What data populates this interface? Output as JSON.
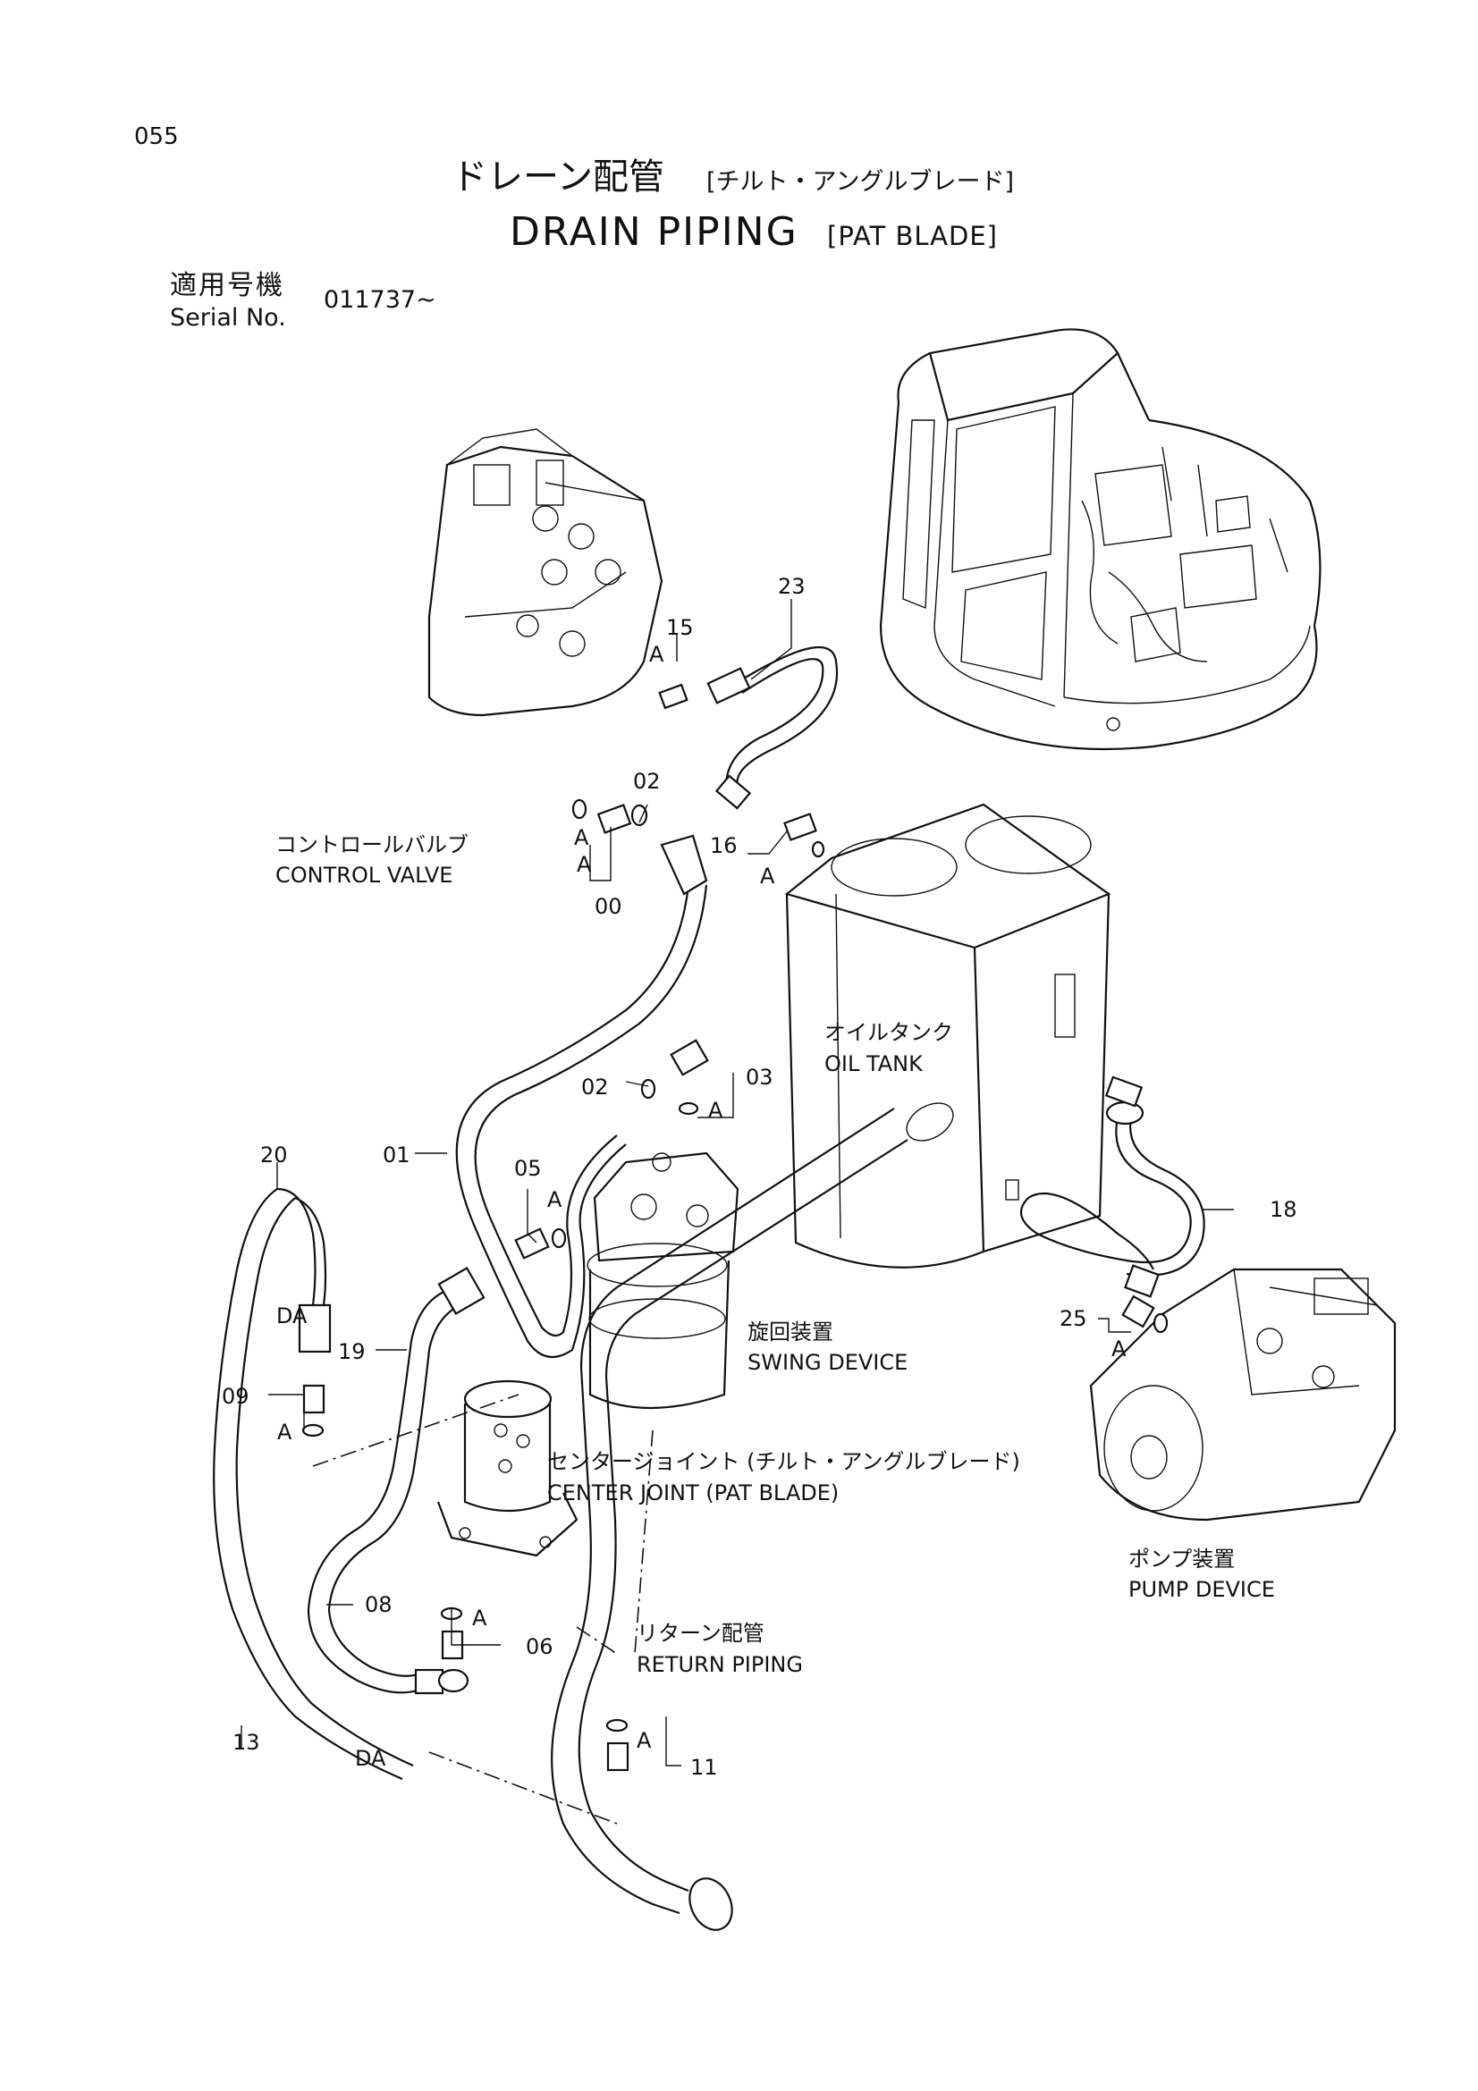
{
  "page_number": "055",
  "title": {
    "ja": "ドレーン配管",
    "ja_sub": "[チルト・アングルブレード]",
    "en": "DRAIN  PIPING",
    "en_sub": "[PAT  BLADE]"
  },
  "serial": {
    "label_ja": "適用号機",
    "label_en": "Serial No.",
    "value": "011737~"
  },
  "components": {
    "control_valve": {
      "ja": "コントロールバルブ",
      "en": "CONTROL  VALVE"
    },
    "oil_tank": {
      "ja": "オイルタンク",
      "en": "OIL  TANK"
    },
    "swing_device": {
      "ja": "旋回装置",
      "en": "SWING  DEVICE"
    },
    "center_joint": {
      "ja": "センタージョイント (チルト・アングルブレード)",
      "en": "CENTER  JOINT  (PAT  BLADE)"
    },
    "return_piping": {
      "ja": "リターン配管",
      "en": "RETURN  PIPING"
    },
    "pump_device": {
      "ja": "ポンプ装置",
      "en": "PUMP  DEVICE"
    }
  },
  "part_numbers": {
    "p23": "23",
    "p15": "15",
    "p02a": "02",
    "p16": "16",
    "p00": "00",
    "p02b": "02",
    "p03": "03",
    "p20": "20",
    "p01": "01",
    "p05": "05",
    "p18": "18",
    "p25": "25",
    "p19": "19",
    "p09": "09",
    "p08": "08",
    "p06": "06",
    "p13": "13",
    "p11": "11"
  },
  "markers": {
    "a": "A",
    "da": "DA"
  }
}
